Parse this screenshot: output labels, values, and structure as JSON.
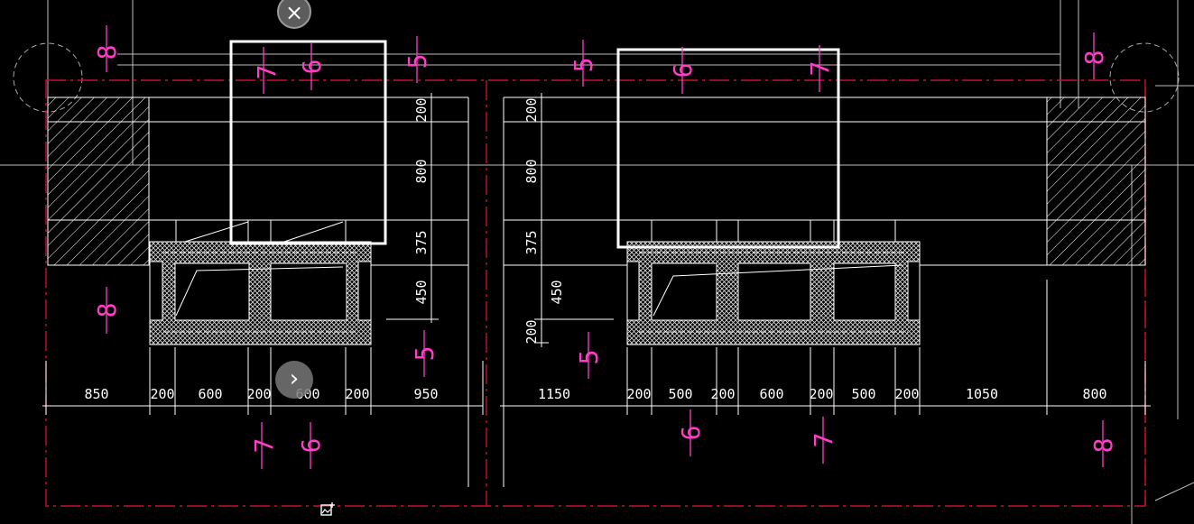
{
  "controls": {
    "close_label": "×",
    "next_label": "›",
    "image_tool_icon": "add-image-icon"
  },
  "colors": {
    "background": "#000000",
    "lines": "#ffffff",
    "grid_axis": "#c8102e",
    "section_marks": "#ff3ec8"
  },
  "left_plan": {
    "vertical_dims": [
      "200",
      "800",
      "375",
      "450"
    ],
    "horizontal_dims": [
      "850",
      "200",
      "600",
      "200",
      "600",
      "200",
      "950"
    ]
  },
  "right_plan": {
    "vertical_dims": [
      "200",
      "800",
      "375",
      "450",
      "200"
    ],
    "horizontal_dims": [
      "1150",
      "200",
      "500",
      "200",
      "600",
      "200",
      "500",
      "200",
      "1050",
      "800"
    ]
  },
  "section_marks": [
    "8",
    "7",
    "6",
    "5",
    "5",
    "6",
    "7",
    "8",
    "8",
    "5",
    "5",
    "7",
    "6",
    "6",
    "7",
    "8"
  ]
}
